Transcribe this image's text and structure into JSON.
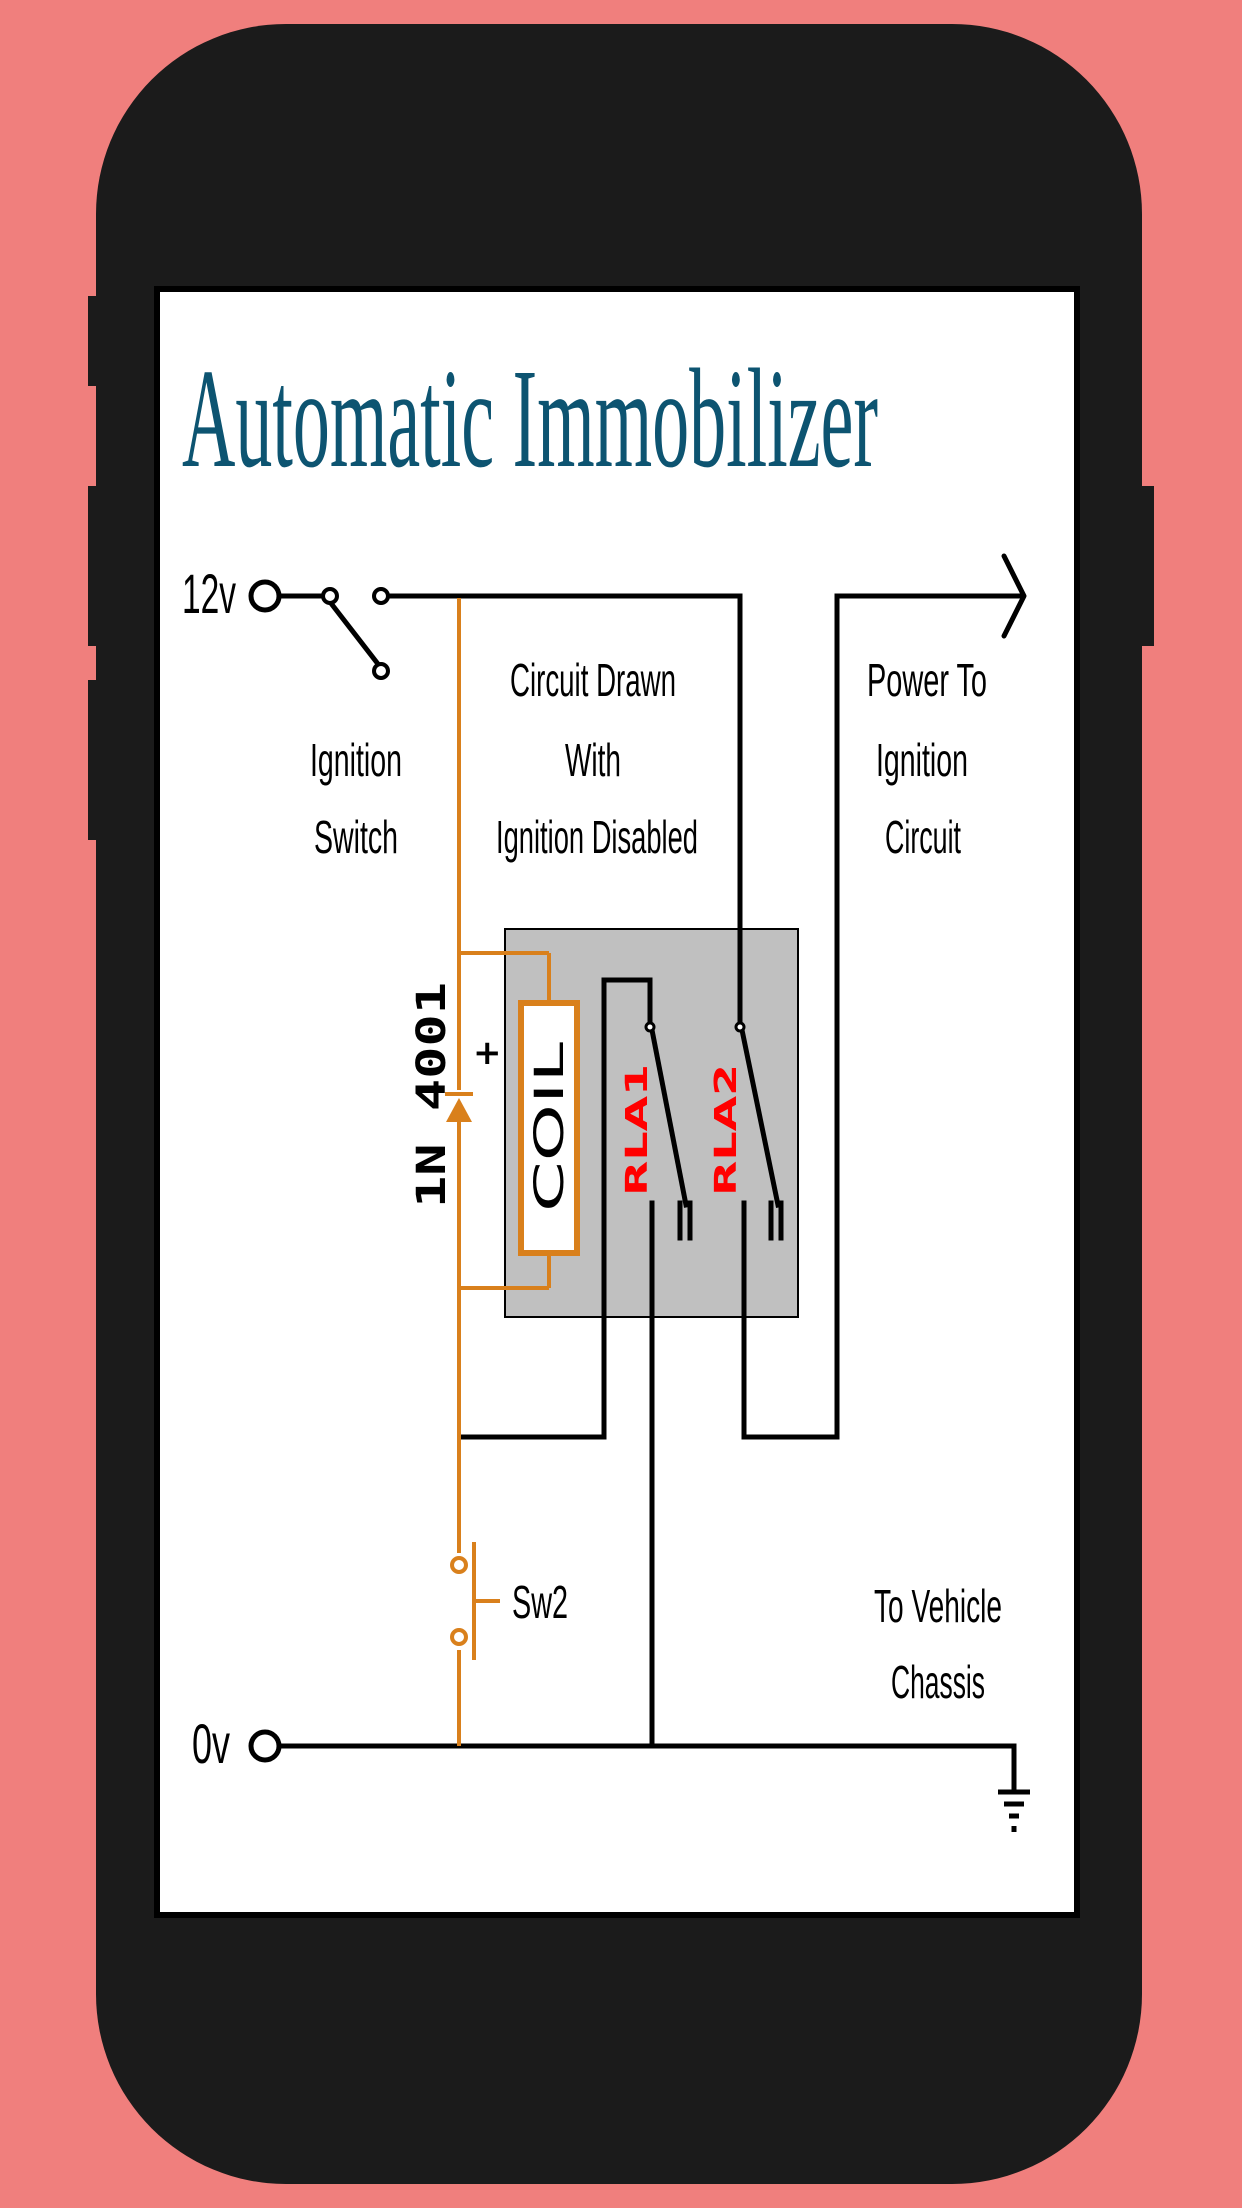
{
  "screen": {
    "title": "Automatic Immobilizer"
  },
  "diagram": {
    "terminal_12v": "12v",
    "terminal_0v": "0v",
    "ignition_switch": [
      "Ignition",
      "Switch"
    ],
    "note": [
      "Circuit Drawn",
      "With",
      "Ignition Disabled"
    ],
    "power_output": [
      "Power To",
      "Ignition",
      "Circuit"
    ],
    "diode": "1N 4001",
    "diode_polarity": "+",
    "coil": "COIL",
    "relay1": "RLA1",
    "relay2": "RLA2",
    "switch2": "Sw2",
    "chassis": [
      "To Vehicle",
      "Chassis"
    ]
  },
  "colors": {
    "page_bg": "#f07f7d",
    "phone_body": "#1b1b1b",
    "screen_bg": "#ffffff",
    "title": "#0d5471",
    "wire": "#000000",
    "coil_wire": "#d9801c",
    "relay_box": "#c0c0c0",
    "relay_label": "#ff0000"
  }
}
